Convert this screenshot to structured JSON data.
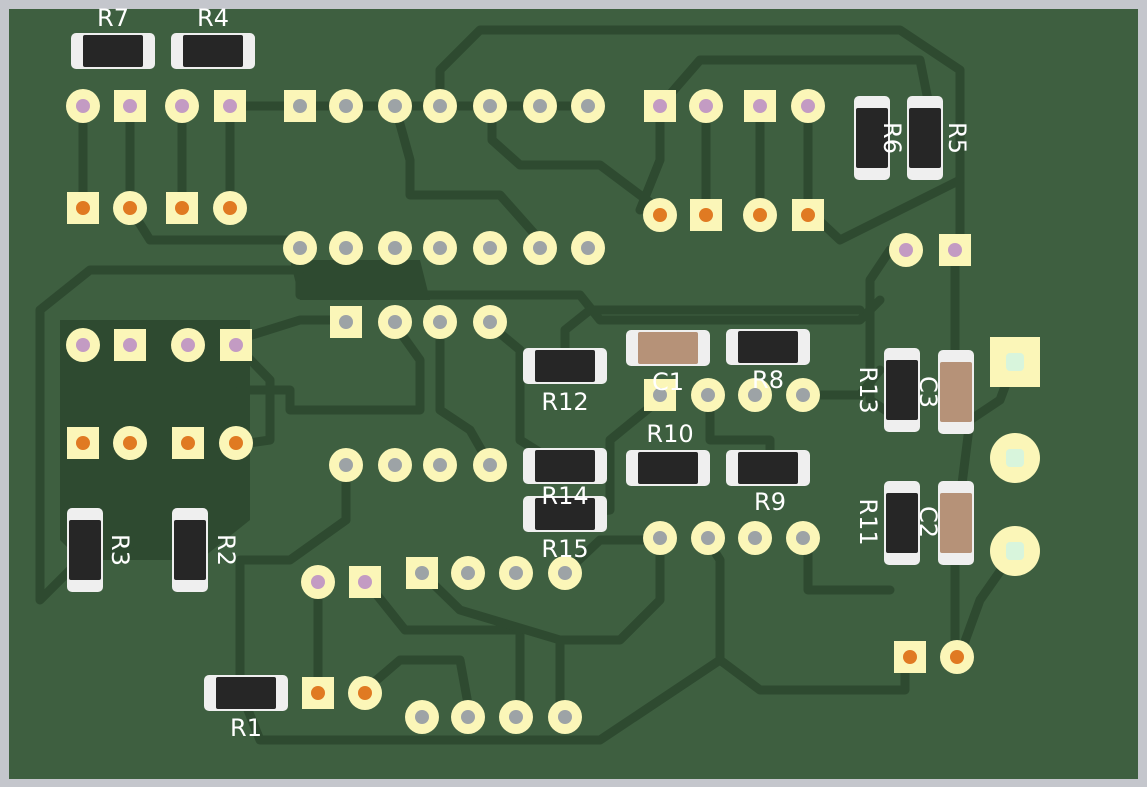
{
  "board": {
    "colors": {
      "frame": "#c4c6cc",
      "mask": "#3e5f40",
      "trace": "#2e4a30",
      "pad_ring": "#fbf6b8",
      "pad_center_orange": "#e07a22",
      "pad_center_purple": "#c39bc3",
      "pad_center_grey": "#9da3a6",
      "pad_center_mint": "#d8f5dc",
      "smd_body": "#262626",
      "cap_body": "#b69278",
      "smd_terminal": "#efefef",
      "silk": "#ffffff"
    }
  },
  "labels": {
    "R7": "R7",
    "R4": "R4",
    "R6": "R6",
    "R5": "R5",
    "C1": "C1",
    "R8": "R8",
    "R12": "R12",
    "R10": "R10",
    "R14": "R14",
    "R9": "R9",
    "R15": "R15",
    "R13": "R13",
    "C3": "C3",
    "R11": "R11",
    "C2": "C2",
    "R3": "R3",
    "R2": "R2",
    "R1": "R1"
  }
}
